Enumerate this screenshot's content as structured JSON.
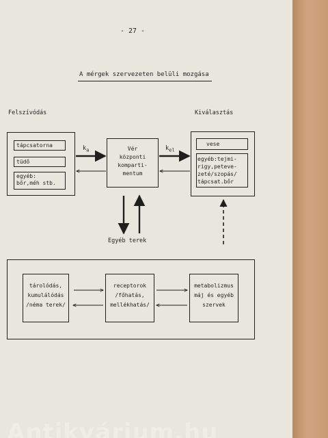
{
  "page_number": "- 27 -",
  "title": "A mérgek szervezeten belüli mozgása",
  "labels": {
    "absorption": "Felszívódás",
    "excretion": "Kiválasztás",
    "other_spaces": "Egyéb  terek"
  },
  "absorption_items": [
    "tápcsatorna",
    "tüdő",
    [
      "egyéb:",
      "bőr,méh stb."
    ]
  ],
  "central": [
    "Vér",
    "központi",
    "komparti-",
    "mentum"
  ],
  "rate_in": {
    "main": "k",
    "sub": "a"
  },
  "rate_out": {
    "main": "k",
    "sub": "el"
  },
  "excretion_items": [
    "vese",
    [
      "egyéb:tejmi-",
      "rigy,peteve-",
      "zeté/szopás/",
      "tápcsat.bőr"
    ]
  ],
  "bottom_boxes": [
    [
      "tárolódás,",
      "kumulálódás",
      "/néma terek/"
    ],
    [
      "receptorok",
      "/főhatás,",
      "mellékhatás/"
    ],
    [
      "metabolizmus",
      "máj és egyéb",
      "szervek"
    ]
  ],
  "watermark": "Antikvárium.hu",
  "colors": {
    "ink": "#1f1f1f",
    "paper": "#e9e6dd",
    "page_edge": "#c9a07a"
  }
}
